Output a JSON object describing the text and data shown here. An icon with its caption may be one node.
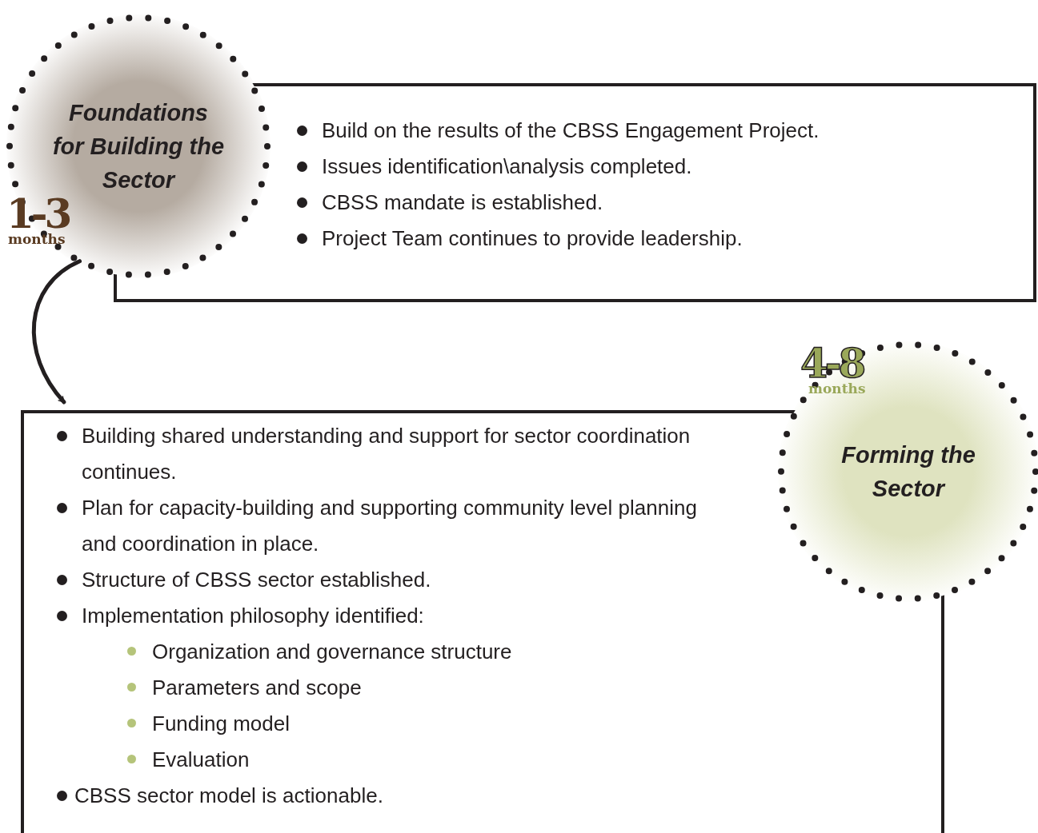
{
  "diagram": {
    "nodes": [
      {
        "text": [
          "Foundations for Building the Sector",
          "1-3",
          "months"
        ]
      },
      {
        "text": [
          "Build on the results of the CBSS Engagement Project.",
          "Issues identification\\analysis completed.",
          "CBSS mandate is established.",
          "Project Team continues to provide leadership."
        ]
      },
      {
        "text": [
          "4-8",
          "months",
          "Forming the Sector"
        ]
      },
      {
        "text": [
          "Building shared understanding and support for sector coordination continues.",
          "Plan for capacity-building and supporting community level planning and coordination in place.",
          "Structure of CBSS sector established.",
          "Implementation philosophy identified:",
          "Organization and governance structure",
          "Parameters and scope",
          "Funding model",
          "Evaluation",
          "CBSS sector model is actionable."
        ]
      }
    ],
    "edges": [
      {
        "from": 0,
        "to": 3,
        "arrow": "to"
      }
    ]
  }
}
